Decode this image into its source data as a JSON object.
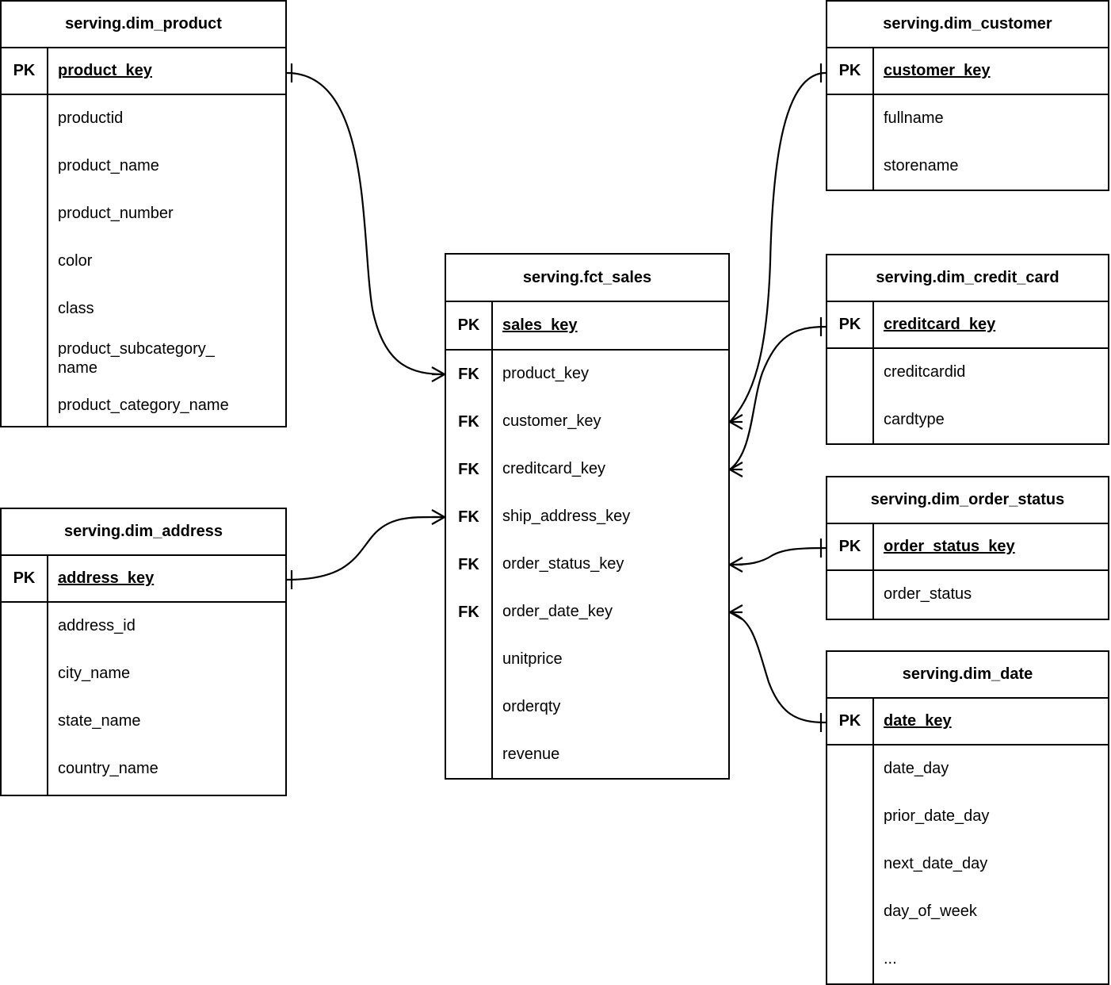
{
  "diagram": {
    "kind": "entity-relationship-diagram",
    "notation": "crow's foot",
    "background_color": "#ffffff",
    "line_color": "#000000",
    "text_color": "#000000"
  },
  "labels": {
    "pk": "PK",
    "fk": "FK"
  },
  "entities": [
    {
      "id": "dim_product",
      "title": "serving.dim_product",
      "pk": {
        "key": "PK",
        "name": "product_key"
      },
      "attributes": [
        {
          "key": "",
          "name": "productid"
        },
        {
          "key": "",
          "name": "product_name"
        },
        {
          "key": "",
          "name": "product_number"
        },
        {
          "key": "",
          "name": "color"
        },
        {
          "key": "",
          "name": "class"
        },
        {
          "key": "",
          "name": "product_subcategory_\nname"
        },
        {
          "key": "",
          "name": "product_category_name"
        }
      ]
    },
    {
      "id": "dim_address",
      "title": "serving.dim_address",
      "pk": {
        "key": "PK",
        "name": "address_key"
      },
      "attributes": [
        {
          "key": "",
          "name": "address_id"
        },
        {
          "key": "",
          "name": "city_name"
        },
        {
          "key": "",
          "name": "state_name"
        },
        {
          "key": "",
          "name": "country_name"
        }
      ]
    },
    {
      "id": "fct_sales",
      "title": "serving.fct_sales",
      "pk": {
        "key": "PK",
        "name": "sales_key"
      },
      "attributes": [
        {
          "key": "FK",
          "name": "product_key"
        },
        {
          "key": "FK",
          "name": "customer_key"
        },
        {
          "key": "FK",
          "name": "creditcard_key"
        },
        {
          "key": "FK",
          "name": "ship_address_key"
        },
        {
          "key": "FK",
          "name": "order_status_key"
        },
        {
          "key": "FK",
          "name": "order_date_key"
        },
        {
          "key": "",
          "name": "unitprice"
        },
        {
          "key": "",
          "name": "orderqty"
        },
        {
          "key": "",
          "name": "revenue"
        }
      ]
    },
    {
      "id": "dim_customer",
      "title": "serving.dim_customer",
      "pk": {
        "key": "PK",
        "name": "customer_key"
      },
      "attributes": [
        {
          "key": "",
          "name": "fullname"
        },
        {
          "key": "",
          "name": "storename"
        }
      ]
    },
    {
      "id": "dim_credit_card",
      "title": "serving.dim_credit_card",
      "pk": {
        "key": "PK",
        "name": "creditcard_key"
      },
      "attributes": [
        {
          "key": "",
          "name": "creditcardid"
        },
        {
          "key": "",
          "name": "cardtype"
        }
      ]
    },
    {
      "id": "dim_order_status",
      "title": "serving.dim_order_status",
      "pk": {
        "key": "PK",
        "name": "order_status_key"
      },
      "attributes": [
        {
          "key": "",
          "name": "order_status"
        }
      ]
    },
    {
      "id": "dim_date",
      "title": "serving.dim_date",
      "pk": {
        "key": "PK",
        "name": "date_key"
      },
      "attributes": [
        {
          "key": "",
          "name": "date_day"
        },
        {
          "key": "",
          "name": "prior_date_day"
        },
        {
          "key": "",
          "name": "next_date_day"
        },
        {
          "key": "",
          "name": "day_of_week"
        },
        {
          "key": "",
          "name": "..."
        }
      ]
    }
  ],
  "relationships": [
    {
      "id": "rel-product-sales",
      "from": "dim_product.product_key",
      "to": "fct_sales.product_key",
      "from_cardinality": "one",
      "to_cardinality": "many"
    },
    {
      "id": "rel-address-sales",
      "from": "dim_address.address_key",
      "to": "fct_sales.ship_address_key",
      "from_cardinality": "one",
      "to_cardinality": "many"
    },
    {
      "id": "rel-customer-sales",
      "from": "dim_customer.customer_key",
      "to": "fct_sales.customer_key",
      "from_cardinality": "one",
      "to_cardinality": "many"
    },
    {
      "id": "rel-creditcard-sales",
      "from": "dim_credit_card.creditcard_key",
      "to": "fct_sales.creditcard_key",
      "from_cardinality": "one",
      "to_cardinality": "many"
    },
    {
      "id": "rel-orderstatus-sales",
      "from": "dim_order_status.order_status_key",
      "to": "fct_sales.order_status_key",
      "from_cardinality": "one",
      "to_cardinality": "many"
    },
    {
      "id": "rel-date-sales",
      "from": "dim_date.date_key",
      "to": "fct_sales.order_date_key",
      "from_cardinality": "one",
      "to_cardinality": "many"
    }
  ]
}
